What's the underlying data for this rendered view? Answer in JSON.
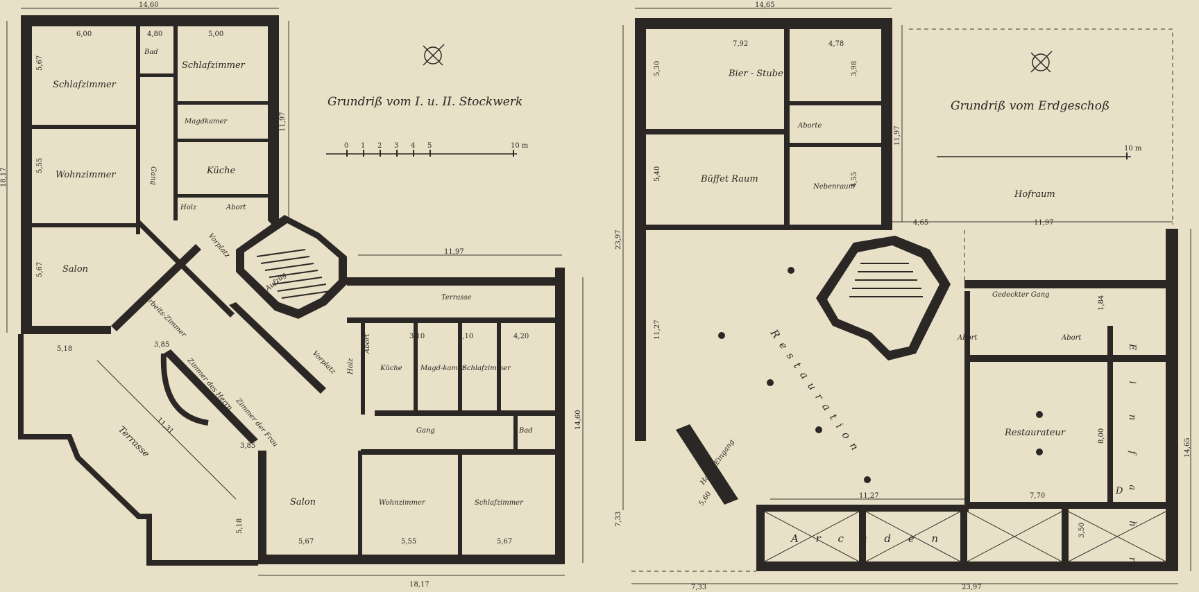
{
  "plans": {
    "upper": {
      "title": "Grundriß vom I. u. II. Stockwerk",
      "scale_ticks": [
        "0",
        "1",
        "2",
        "3",
        "4",
        "5",
        "10 m"
      ],
      "rooms": {
        "schlafzimmer_a": "Schlafzimmer",
        "bad_a": "Bad",
        "schlafzimmer_b": "Schlafzimmer",
        "magdkammer_a": "Magdkamer",
        "kueche_a": "Küche",
        "holz_a": "Holz",
        "abort_a": "Abort",
        "gang_a": "Gang",
        "wohnzimmer_a": "Wohnzimmer",
        "salon_a": "Salon",
        "vorplatz_a": "Vorplatz",
        "arbeitszimmer": "Arbeits-Zimmer",
        "zimmer_herrn": "Zimmer des Herrn",
        "zimmer_frau": "Zimmer der Frau",
        "terrasse_a": "Terrasse",
        "terrasse_b": "Terrasse",
        "vorplatz_b": "Vorplatz",
        "holz_b": "Holz",
        "abort_b": "Abort",
        "kueche_b": "Küche",
        "magdkammer_b": "Magd-kamer",
        "schlafzimmer_c": "Schlafzimmer",
        "gang_b": "Gang",
        "bad_b": "Bad",
        "salon_b": "Salon",
        "wohnzimmer_b": "Wohnzimmer",
        "schlafzimmer_d": "Schlafzimmer",
        "aufzug": "Aufzug"
      },
      "dims": {
        "top_total": "14,60",
        "top_a": "6,00",
        "top_b": "4,80",
        "top_c": "5,00",
        "left_total": "18,17",
        "left_a": "5,67",
        "left_b": "5,55",
        "left_c": "5,67",
        "right_height": "11,97",
        "terrace_width": "11,97",
        "wing_height": "14,60",
        "bottom_total": "18,17",
        "bottom_a": "5,67",
        "bottom_b": "5,55",
        "bottom_c": "5,67",
        "diag": "11,31",
        "corner_a": "5,18",
        "corner_b": "5,18",
        "r_a": "3,10",
        "r_b": "2,10",
        "r_c": "4,20",
        "small_a": "3,85",
        "small_b": "3,85"
      }
    },
    "ground": {
      "title": "Grundriß vom Erdgeschoß",
      "scale_ticks": [
        "10 m"
      ],
      "rooms": {
        "bierstube": "Bier - Stube",
        "aborte": "Aborte",
        "buffet": "Büffet Raum",
        "nebenraum": "Nebenraum",
        "hofraum": "Hofraum",
        "restauration": "Restauration",
        "gedeckter_gang": "Gedeckter Gang",
        "abort_l": "Abort",
        "abort_r": "Abort",
        "restaurateur": "Restaurateur",
        "hauptzugang": "Haupt-Eingang",
        "arcaden": "A r c a d e n",
        "einfahrt": "E i n f a h r t",
        "durchf": "D"
      },
      "dims": {
        "top_total": "14,65",
        "top_a": "7,92",
        "top_b": "4,78",
        "left_total": "23,97",
        "left_a": "5,30",
        "left_b": "5,40",
        "left_c": "11,27",
        "right_height": "11,97",
        "mid_a": "4,65",
        "mid_b": "11,97",
        "bottom_total": "23,97",
        "bottom_left": "7,33",
        "vertical_left": "7,33",
        "right_total": "14,65",
        "inner_a": "11,27",
        "inner_b": "7,70",
        "arc": "3,50",
        "r_a": "3,98",
        "r_b": "4,55",
        "r_c": "8,00",
        "r_d": "1,84",
        "entry": "5,60"
      }
    }
  },
  "colors": {
    "paper": "#e9e0c8",
    "ink": "#2b2724"
  }
}
